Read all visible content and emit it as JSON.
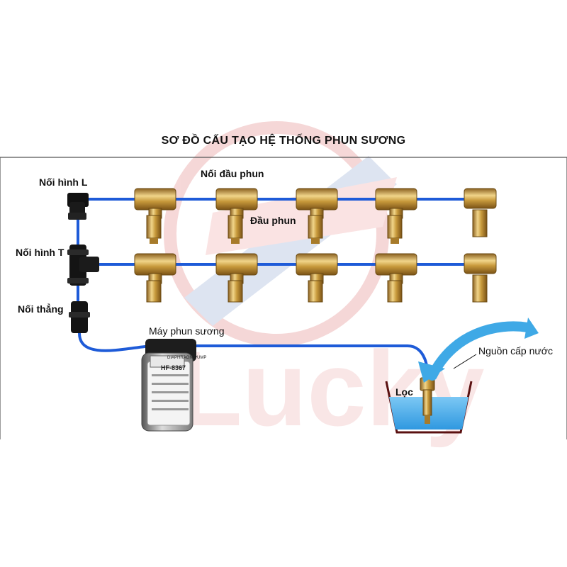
{
  "title": "SƠ ĐỒ CẤU TẠO HỆ THỐNG PHUN SƯƠNG",
  "labels": {
    "elbow_connector": "Nối hình L",
    "tee_connector": "Nối hình T",
    "straight_connector": "Nối thẳng",
    "nozzle_connector": "Nối đầu phun",
    "nozzle": "Đầu phun",
    "pump": "Máy phun sương",
    "filter": "Lọc",
    "water_source": "Nguồn cấp nước"
  },
  "pump": {
    "brand": "DIAPHRAGM PUMP",
    "model": "HF-8367"
  },
  "watermark": "Lucky",
  "colors": {
    "pipe": "#1e5bd8",
    "brass": "#c89a3c",
    "arrow": "#3fa9e6",
    "water": "#4fb3ee",
    "tank_edge": "#5a1010",
    "watermark": "#f3c9c9"
  }
}
